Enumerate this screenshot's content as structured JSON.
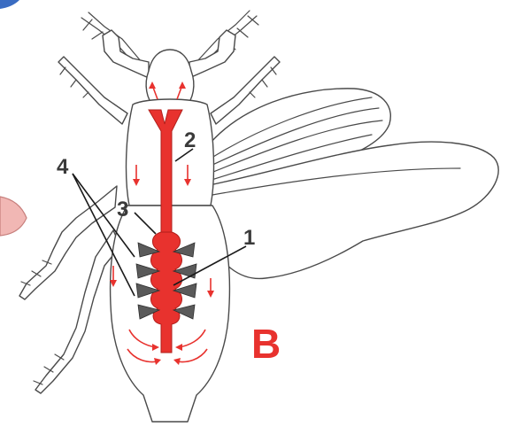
{
  "figure": {
    "panel_letter": "B",
    "labels": [
      "1",
      "2",
      "3",
      "4"
    ]
  },
  "colors": {
    "heart": "#e8322e",
    "flow_arrows": "#e8322e",
    "panel_letter": "#e8322e",
    "label_text": "#3a3a3a",
    "outline": "#4a4a4a",
    "ostia": "#5a5a5a"
  }
}
